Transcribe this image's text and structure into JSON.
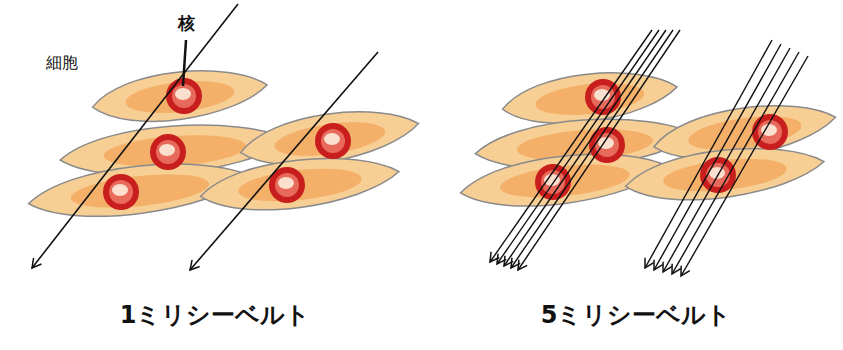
{
  "diagram": {
    "labels": [
      "核",
      "細胞",
      "1ミリシーベルト",
      "5ミリシーベルト"
    ]
  }
}
